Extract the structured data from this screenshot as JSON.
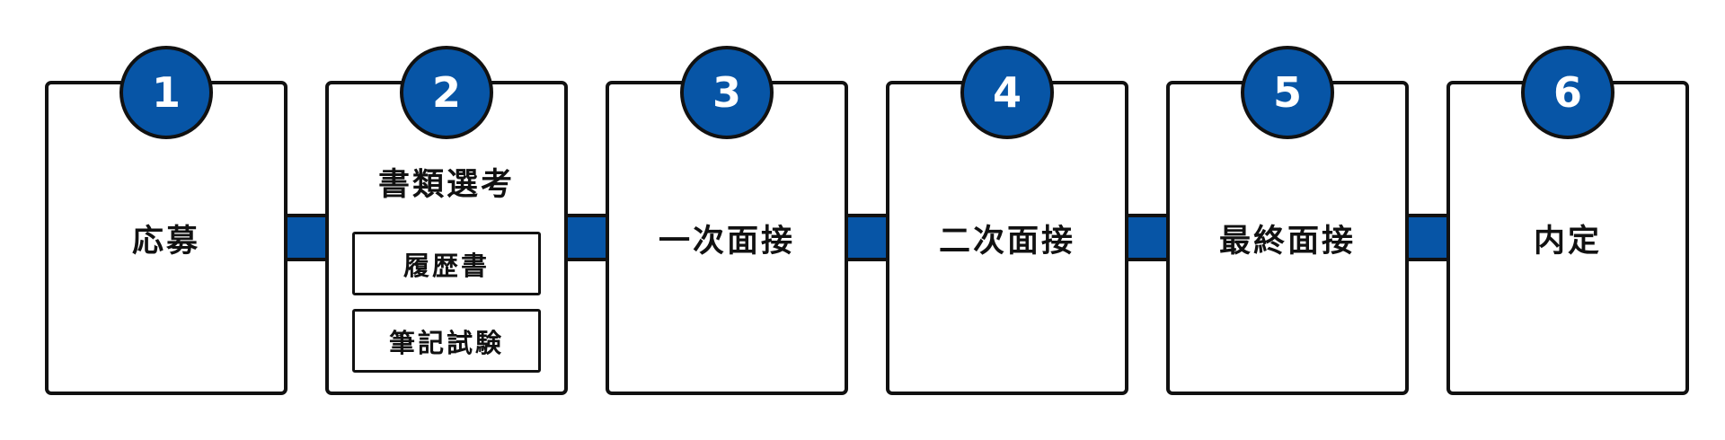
{
  "colors": {
    "accent": "#0755a6",
    "outline": "#111111",
    "background": "#ffffff"
  },
  "steps": [
    {
      "number": "1",
      "label": "応募",
      "items": []
    },
    {
      "number": "2",
      "label": "書類選考",
      "items": [
        "履歴書",
        "筆記試験"
      ]
    },
    {
      "number": "3",
      "label": "一次面接",
      "items": []
    },
    {
      "number": "4",
      "label": "二次面接",
      "items": []
    },
    {
      "number": "5",
      "label": "最終面接",
      "items": []
    },
    {
      "number": "6",
      "label": "内定",
      "items": []
    }
  ]
}
